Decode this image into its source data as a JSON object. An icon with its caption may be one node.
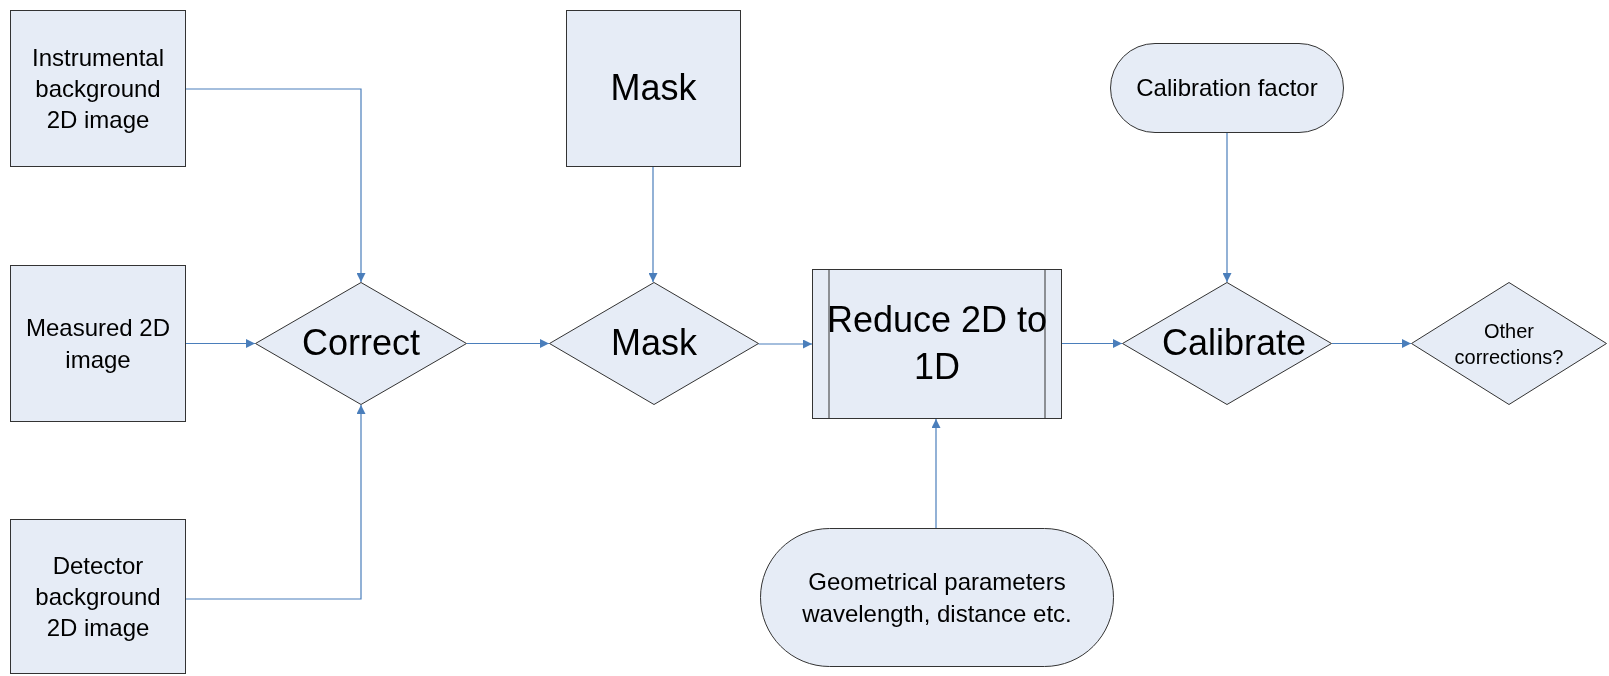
{
  "diagram": {
    "nodes": [
      {
        "text": [
          "Instrumental background 2D image"
        ]
      },
      {
        "text": [
          "Measured 2D image"
        ]
      },
      {
        "text": [
          "Detector background 2D image"
        ]
      },
      {
        "text": [
          "Correct"
        ]
      },
      {
        "text": [
          "Mask"
        ]
      },
      {
        "text": [
          "Mask"
        ]
      },
      {
        "text": [
          "Reduce 2D to 1D"
        ]
      },
      {
        "text": [
          "Calibration factor"
        ]
      },
      {
        "text": [
          "Calibrate"
        ]
      },
      {
        "text": [
          "Geometrical parameters wavelength, distance etc."
        ]
      },
      {
        "text": [
          "Other corrections?"
        ]
      }
    ],
    "edges": [
      {
        "from": 0,
        "to": 3,
        "arrow": "to"
      },
      {
        "from": 1,
        "to": 3,
        "arrow": "to"
      },
      {
        "from": 2,
        "to": 3,
        "arrow": "to"
      },
      {
        "from": 3,
        "to": 5,
        "arrow": "to"
      },
      {
        "from": 4,
        "to": 5,
        "arrow": "to"
      },
      {
        "from": 5,
        "to": 6,
        "arrow": "to"
      },
      {
        "from": 9,
        "to": 6,
        "arrow": "to"
      },
      {
        "from": 6,
        "to": 8,
        "arrow": "to"
      },
      {
        "from": 7,
        "to": 8,
        "arrow": "to"
      },
      {
        "from": 8,
        "to": 10,
        "arrow": "to"
      }
    ]
  }
}
